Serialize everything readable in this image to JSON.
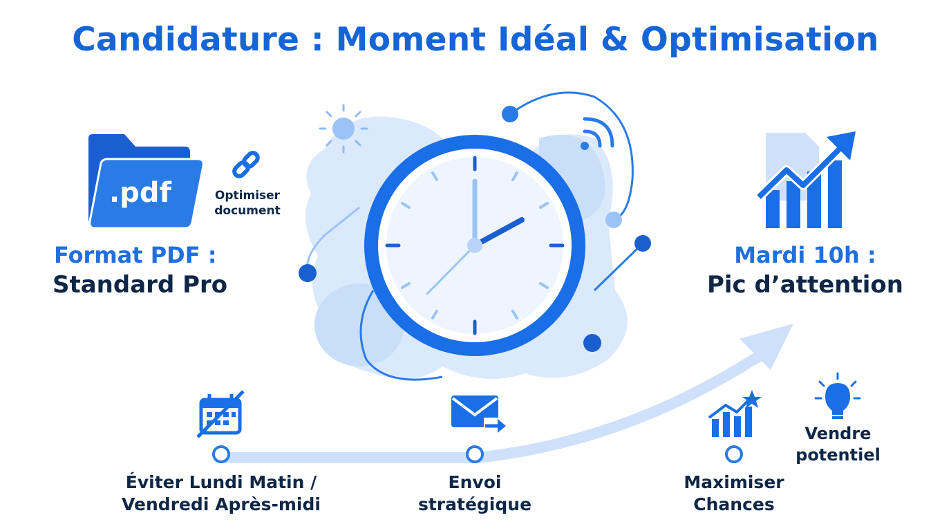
{
  "title": "Candidature : Moment Idéal & Optimisation",
  "colors": {
    "primary": "#1a6ee6",
    "light": "#d6e6fb",
    "mid": "#9cc3f5",
    "dark_text": "#0f2747",
    "title_blue": "#1565d8"
  },
  "left": {
    "file_badge": ".pdf",
    "optimize_label_1": "Optimiser",
    "optimize_label_2": "document",
    "heading": "Format PDF :",
    "subheading": "Standard Pro",
    "icons": [
      "folder-icon",
      "link-icon"
    ]
  },
  "center": {
    "icons": [
      "clock-icon",
      "sun-icon",
      "wifi-icon"
    ]
  },
  "right": {
    "heading": "Mardi 10h :",
    "subheading": "Pic d’attention",
    "icons": [
      "growth-chart-icon"
    ]
  },
  "timeline": {
    "steps": [
      {
        "line1": "Éviter Lundi Matin /",
        "line2": "Vendredi Après-midi",
        "icon": "calendar-crossed-icon"
      },
      {
        "line1": "Envoi",
        "line2": "stratégique",
        "icon": "email-send-icon"
      },
      {
        "line1": "Maximiser",
        "line2": "Chances",
        "icon": "chart-star-icon"
      }
    ],
    "extra": {
      "line1": "Vendre",
      "line2": "potentiel",
      "icon": "lightbulb-icon"
    }
  }
}
